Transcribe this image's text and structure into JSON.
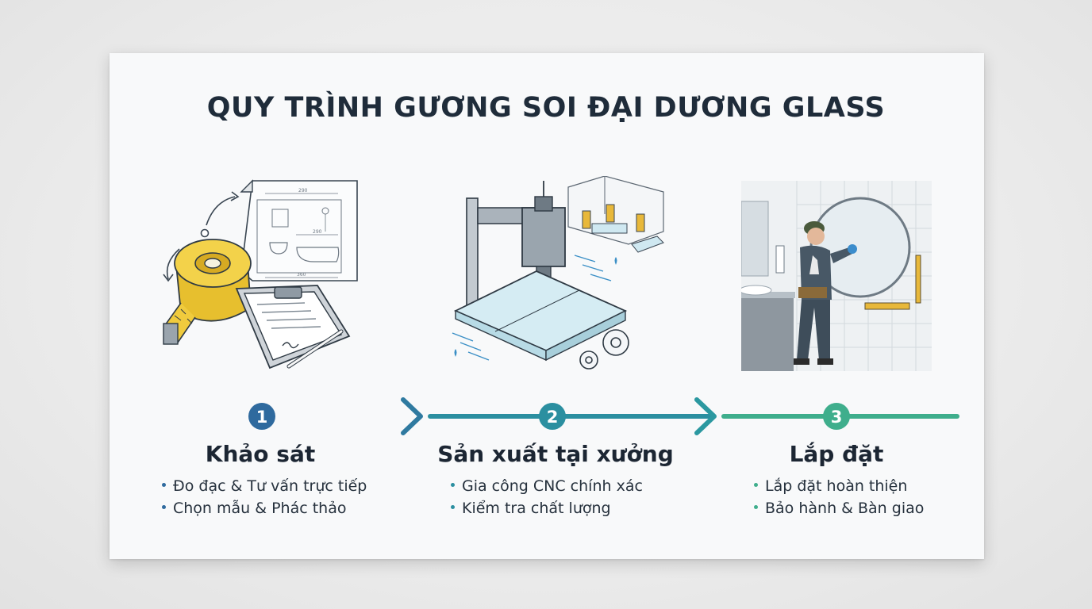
{
  "title": "QUY TRÌNH GƯƠNG SOI ĐẠI DƯƠNG GLASS",
  "colors": {
    "step1": "#2f6a9e",
    "step2": "#2b8fa0",
    "step3": "#3fae8c",
    "text": "#1f2c3a"
  },
  "steps": [
    {
      "number": "1",
      "title": "Khảo sát",
      "bullets": [
        "Đo đạc & Tư vấn trực tiếp",
        "Chọn mẫu & Phác thảo"
      ],
      "icon": "measuring-tape-clipboard-icon"
    },
    {
      "number": "2",
      "title": "Sản xuất tại xưởng",
      "bullets": [
        "Gia công CNC chính xác",
        "Kiểm tra chất lượng"
      ],
      "icon": "cnc-machine-icon"
    },
    {
      "number": "3",
      "title": "Lắp đặt",
      "bullets": [
        "Lắp đặt hoàn thiện",
        "Bảo hành & Bàn giao"
      ],
      "icon": "installer-bathroom-icon"
    }
  ],
  "blueprint": {
    "dim_top": "290",
    "dim_mid": "290",
    "dim_bottom": "360"
  }
}
